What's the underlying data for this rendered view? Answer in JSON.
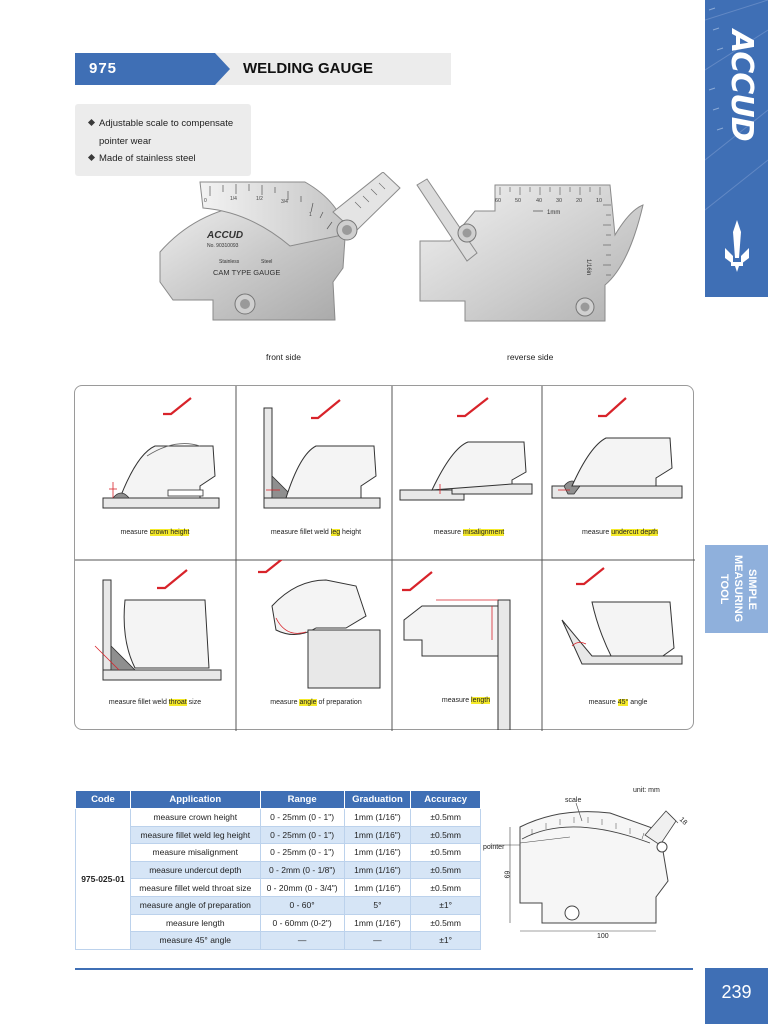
{
  "header": {
    "code": "975",
    "title": "WELDING GAUGE"
  },
  "features": [
    "Adjustable scale to compensate",
    "pointer wear",
    "Made of stainless steel"
  ],
  "photos": {
    "front_caption": "front side",
    "reverse_caption": "reverse side",
    "front_labels": {
      "brand": "ACCUD",
      "serial": "No. 90310093",
      "material_left": "Stainless",
      "material_right": "Steel",
      "model": "CAM TYPE GAUGE"
    },
    "reverse_labels": {
      "mm_scale": "1mm",
      "inch_scale": "1/16in",
      "scale_numbers": [
        "60",
        "50",
        "40",
        "30",
        "20",
        "10"
      ]
    }
  },
  "usage": [
    {
      "pre": "measure ",
      "hl": "crown height",
      "post": ""
    },
    {
      "pre": "measure fillet weld ",
      "hl": "leg",
      "post": " height"
    },
    {
      "pre": "measure ",
      "hl": "misalignment",
      "post": ""
    },
    {
      "pre": "measure ",
      "hl": "undercut depth",
      "post": ""
    },
    {
      "pre": "measure fillet weld ",
      "hl": "throat",
      "post": " size"
    },
    {
      "pre": "measure ",
      "hl": "angle",
      "post": " of preparation"
    },
    {
      "pre": "measure ",
      "hl": "length",
      "post": ""
    },
    {
      "pre": "measure ",
      "hl": "45°",
      "post": " angle"
    }
  ],
  "spec_table": {
    "headers": [
      "Code",
      "Application",
      "Range",
      "Graduation",
      "Accuracy"
    ],
    "code": "975-025-01",
    "rows": [
      {
        "application": "measure crown height",
        "range": "0 - 25mm (0 - 1\")",
        "graduation": "1mm (1/16\")",
        "accuracy": "±0.5mm"
      },
      {
        "application": "measure fillet weld leg height",
        "range": "0 - 25mm (0 - 1\")",
        "graduation": "1mm (1/16\")",
        "accuracy": "±0.5mm"
      },
      {
        "application": "measure misalignment",
        "range": "0 - 25mm (0 - 1\")",
        "graduation": "1mm (1/16\")",
        "accuracy": "±0.5mm"
      },
      {
        "application": "measure undercut depth",
        "range": "0 - 2mm (0 - 1/8\")",
        "graduation": "1mm (1/16\")",
        "accuracy": "±0.5mm"
      },
      {
        "application": "measure fillet weld throat size",
        "range": "0 - 20mm (0 - 3/4\")",
        "graduation": "1mm (1/16\")",
        "accuracy": "±0.5mm"
      },
      {
        "application": "measure angle of preparation",
        "range": "0 - 60°",
        "graduation": "5°",
        "accuracy": "±1°"
      },
      {
        "application": "measure length",
        "range": "0 - 60mm (0-2\")",
        "graduation": "1mm (1/16\")",
        "accuracy": "±0.5mm"
      },
      {
        "application": "measure 45° angle",
        "range": "—",
        "graduation": "—",
        "accuracy": "±1°"
      }
    ]
  },
  "drawing": {
    "unit": "unit: mm",
    "scale_label": "scale",
    "pointer_label": "pointer",
    "width_dim": "100",
    "height_dim": "69",
    "slot_dim": "18"
  },
  "sidebar": {
    "brand": "ACCUD",
    "section_label": "SIMPLE MEASURING TOOL",
    "page_number": "239"
  },
  "colors": {
    "accent_blue": "#3f6fb5",
    "light_blue": "#8fb0dc",
    "check_red": "#d8232a",
    "highlight": "#f5ea2a"
  }
}
